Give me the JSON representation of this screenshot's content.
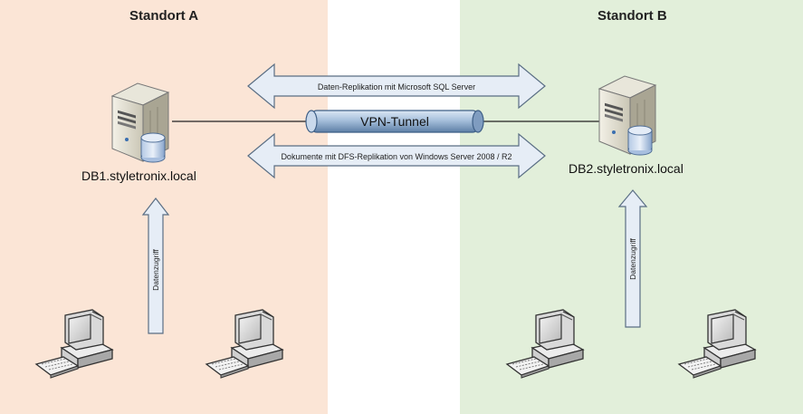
{
  "zones": {
    "a": {
      "title": "Standort A",
      "color": "#fbe5d6"
    },
    "b": {
      "title": "Standort B",
      "color": "#e2efda"
    }
  },
  "servers": {
    "db1": {
      "label": "DB1.styletronix.local",
      "icon": "server-database-icon"
    },
    "db2": {
      "label": "DB2.styletronix.local",
      "icon": "server-database-icon"
    }
  },
  "links": {
    "replication_sql": {
      "label": "Daten-Replikation mit Microsoft SQL Server",
      "icon": "double-arrow"
    },
    "vpn": {
      "label": "VPN-Tunnel",
      "icon": "pipe-tunnel"
    },
    "replication_dfs": {
      "label": "Dokumente mit DFS-Replikation von Windows Server 2008 / R2",
      "icon": "double-arrow"
    }
  },
  "access": {
    "a": {
      "label": "Datenzugriff",
      "icon": "up-arrow"
    },
    "b": {
      "label": "Datenzugriff",
      "icon": "up-arrow"
    }
  },
  "clients": [
    {
      "zone": "a",
      "icon": "workstation-icon"
    },
    {
      "zone": "a",
      "icon": "workstation-icon"
    },
    {
      "zone": "b",
      "icon": "workstation-icon"
    },
    {
      "zone": "b",
      "icon": "workstation-icon"
    }
  ],
  "colors": {
    "arrow_fill": "#e6edf6",
    "arrow_stroke": "#5a6e84",
    "tunnel": "#9cb6d4"
  }
}
